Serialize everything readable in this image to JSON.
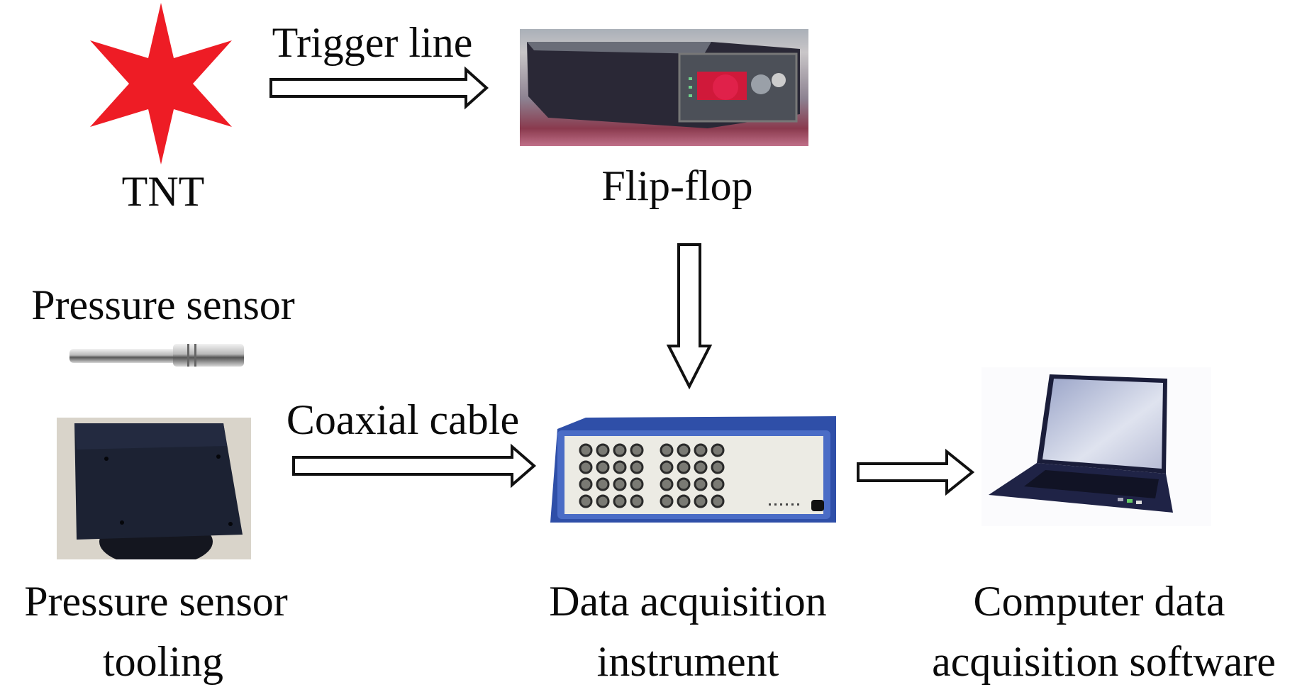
{
  "diagram": {
    "type": "block-flow",
    "nodes": [
      {
        "id": "tnt",
        "label": "TNT",
        "icon": "red-six-pointed-star",
        "color": "#ee1c25"
      },
      {
        "id": "flipflop",
        "label": "Flip-flop",
        "icon": "flip-flop-device-photo"
      },
      {
        "id": "pressure-sensor",
        "label": "Pressure sensor",
        "icon": "pressure-sensor-rod-photo"
      },
      {
        "id": "tooling",
        "label_lines": [
          "Pressure sensor",
          "tooling"
        ],
        "icon": "sensor-tooling-plate-photo"
      },
      {
        "id": "daq",
        "label_lines": [
          "Data acquisition",
          "instrument"
        ],
        "icon": "data-acquisition-instrument-photo"
      },
      {
        "id": "computer",
        "label_lines": [
          "Computer data",
          "acquisition software"
        ],
        "icon": "laptop-photo"
      }
    ],
    "edges": [
      {
        "from": "tnt",
        "to": "flipflop",
        "label": "Trigger line"
      },
      {
        "from": "flipflop",
        "to": "daq",
        "label": ""
      },
      {
        "from": "tooling",
        "to": "daq",
        "label": "Coaxial cable"
      },
      {
        "from": "daq",
        "to": "computer",
        "label": ""
      }
    ]
  },
  "labels": {
    "tnt": "TNT",
    "trigger_line": "Trigger line",
    "flipflop": "Flip-flop",
    "pressure_sensor": "Pressure sensor",
    "coaxial_cable": "Coaxial cable",
    "tooling_line1": "Pressure sensor",
    "tooling_line2": "tooling",
    "daq_line1": "Data acquisition",
    "daq_line2": "instrument",
    "computer_line1": "Computer data",
    "computer_line2": "acquisition software"
  },
  "colors": {
    "star": "#ee1c25",
    "arrow_stroke": "#111111",
    "daq_frame": "#3f5fb8",
    "flipflop_knob": "#d0193a"
  }
}
